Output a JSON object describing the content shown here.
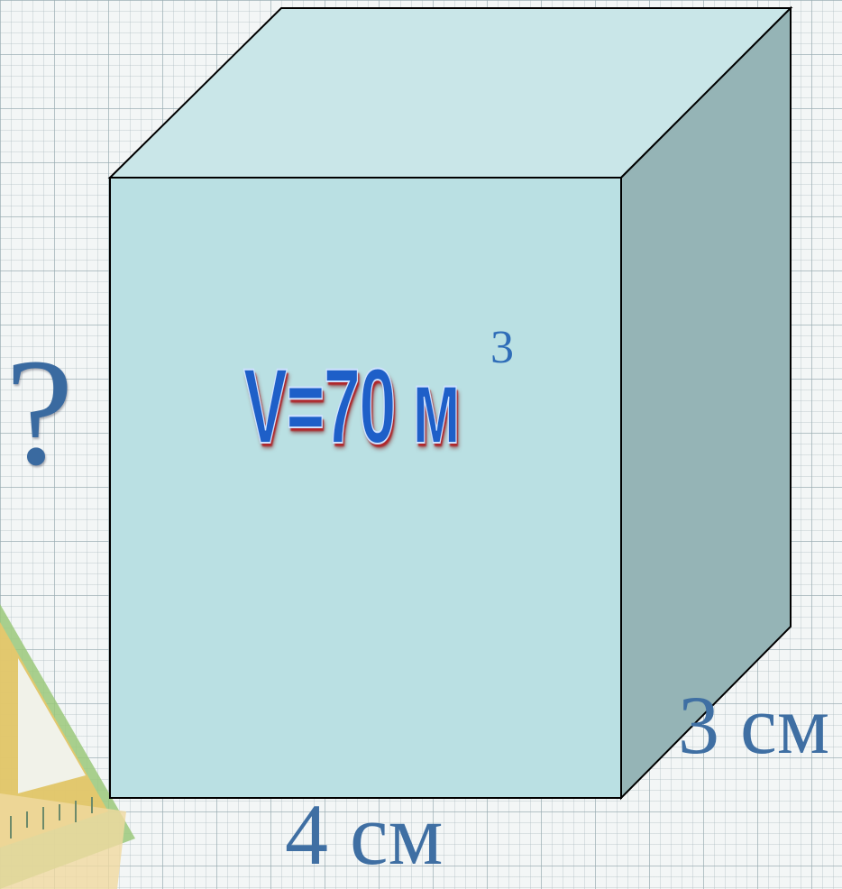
{
  "labels": {
    "height": "?",
    "length": "4 см",
    "width": "3 см",
    "volume": "V=70 м",
    "volume_exponent": "3"
  },
  "colors": {
    "front_face": "#bae0e3",
    "top_face": "#c9e6e8",
    "side_face": "#95b4b6",
    "label_blue": "#3f6fa3",
    "volume_blue": "#1e5fc8",
    "volume_shadow": "#b0262a"
  }
}
